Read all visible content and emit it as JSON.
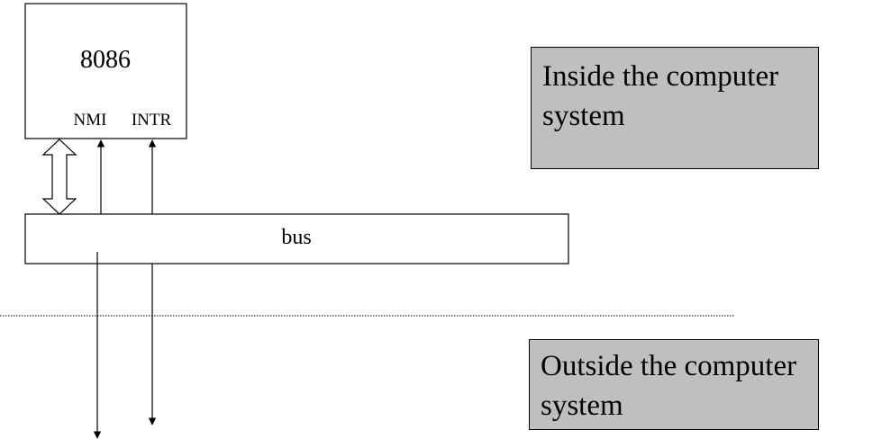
{
  "cpu": {
    "name": "8086",
    "pins": {
      "nmi": "NMI",
      "intr": "INTR"
    }
  },
  "bus": {
    "label": "bus"
  },
  "regions": {
    "inside": "Inside the computer system",
    "outside": "Outside the computer system"
  },
  "colors": {
    "region_fill": "#bfbfbf",
    "line": "#000000"
  }
}
